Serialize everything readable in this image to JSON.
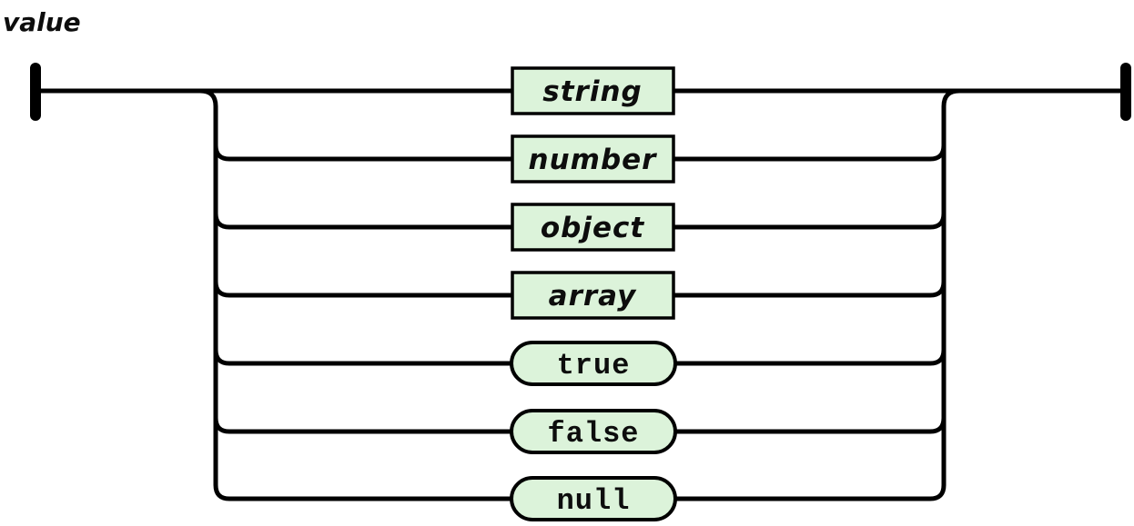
{
  "title": "value",
  "colors": {
    "background": "#ffffff",
    "line": "#000000",
    "box_fill": "#dcf3da",
    "box_border": "#000000",
    "text": "#0d0d0d"
  },
  "diagram": {
    "type": "railroad-syntax-diagram",
    "rule_name": "value",
    "alternatives": [
      {
        "label": "string",
        "kind": "nonterminal"
      },
      {
        "label": "number",
        "kind": "nonterminal"
      },
      {
        "label": "object",
        "kind": "nonterminal"
      },
      {
        "label": "array",
        "kind": "nonterminal"
      },
      {
        "label": "true",
        "kind": "terminal"
      },
      {
        "label": "false",
        "kind": "terminal"
      },
      {
        "label": "null",
        "kind": "terminal"
      }
    ]
  }
}
